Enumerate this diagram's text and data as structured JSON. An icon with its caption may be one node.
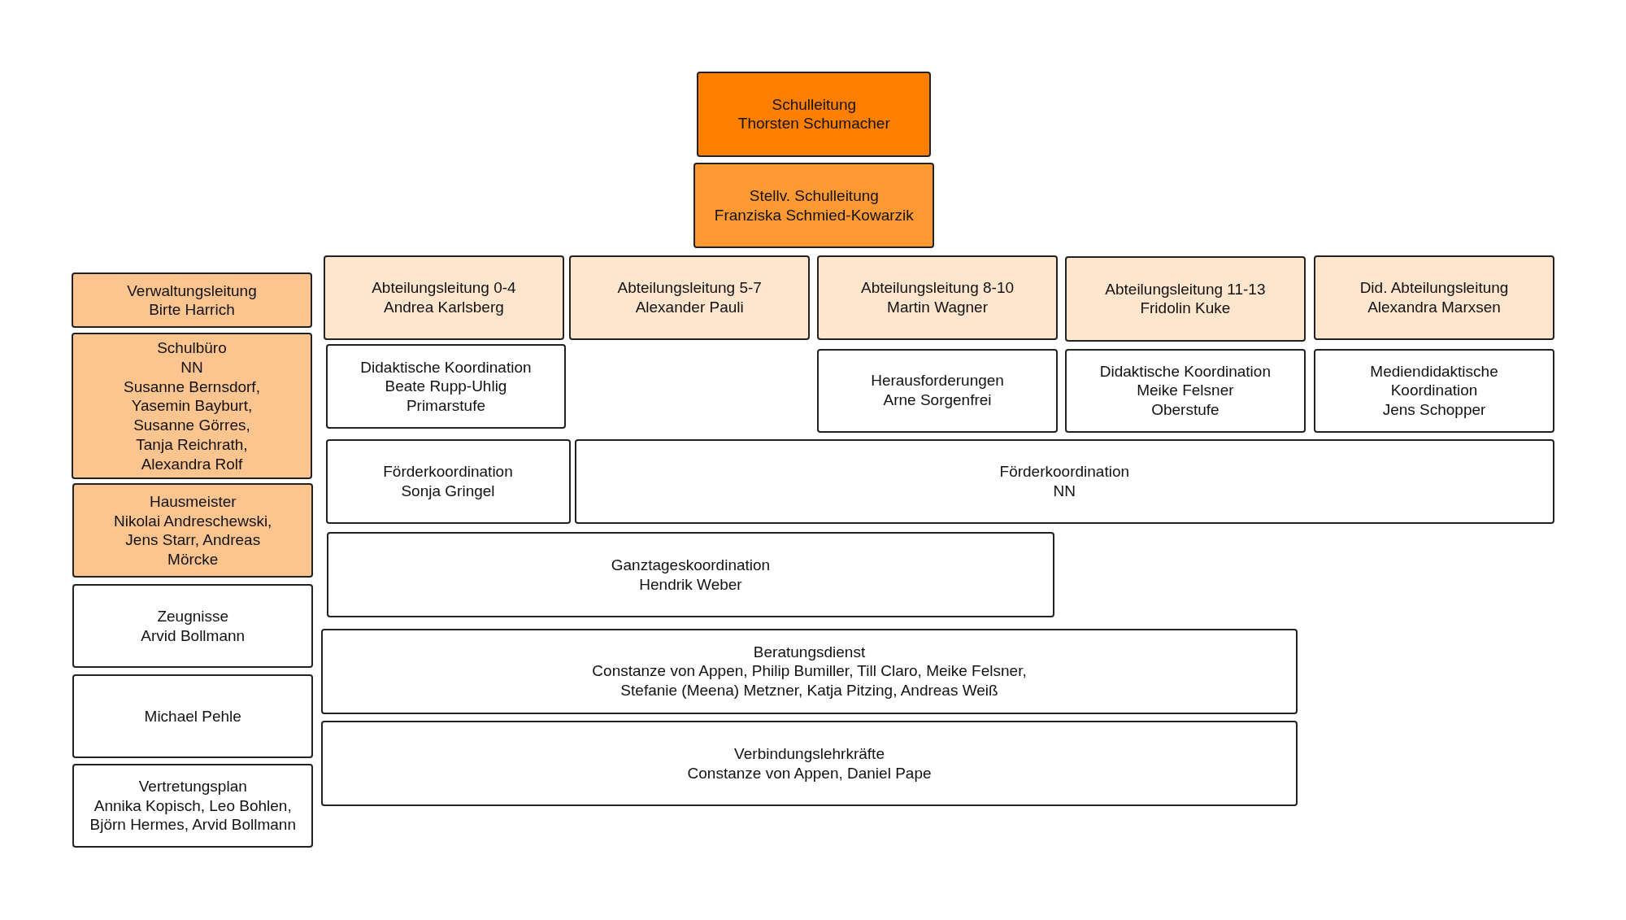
{
  "diagram": {
    "nodes": [
      {
        "text": [
          "Schulleitung",
          "Thorsten Schumacher"
        ]
      },
      {
        "text": [
          "Stellv. Schulleitung",
          "Franziska Schmied-Kowarzik"
        ]
      },
      {
        "text": [
          "Verwaltungsleitung",
          "Birte Harrich"
        ]
      },
      {
        "text": [
          "Schulbüro",
          "NN",
          "Susanne Bernsdorf, Yasemin Bayburt, Susanne Görres, Tanja Reichrath, Alexandra Rolf"
        ]
      },
      {
        "text": [
          "Hausmeister",
          "Nikolai Andreschewski, Jens Starr, Andreas Mörcke"
        ]
      },
      {
        "text": [
          "Zeugnisse",
          "Arvid Bollmann"
        ]
      },
      {
        "text": [
          "Michael Pehle"
        ]
      },
      {
        "text": [
          "Vertretungsplan",
          "Annika Kopisch, Leo Bohlen, Björn Hermes, Arvid Bollmann"
        ]
      },
      {
        "text": [
          "Abteilungsleitung 0-4",
          "Andrea Karlsberg"
        ]
      },
      {
        "text": [
          "Abteilungsleitung 5-7",
          "Alexander Pauli"
        ]
      },
      {
        "text": [
          "Abteilungsleitung 8-10",
          "Martin Wagner"
        ]
      },
      {
        "text": [
          "Abteilungsleitung 11-13",
          "Fridolin Kuke"
        ]
      },
      {
        "text": [
          "Did. Abteilungsleitung",
          "Alexandra Marxsen"
        ]
      },
      {
        "text": [
          "Didaktische Koordination",
          "Beate Rupp-Uhlig",
          "Primarstufe"
        ]
      },
      {
        "text": [
          "Herausforderungen",
          "Arne Sorgenfrei"
        ]
      },
      {
        "text": [
          "Didaktische Koordination",
          "Meike Felsner",
          "Oberstufe"
        ]
      },
      {
        "text": [
          "Mediendidaktische Koordination",
          "Jens Schopper"
        ]
      },
      {
        "text": [
          "Förderkoordination",
          "Sonja Gringel"
        ]
      },
      {
        "text": [
          "Förderkoordination",
          "NN"
        ]
      },
      {
        "text": [
          "Ganztageskoordination",
          "Hendrik Weber"
        ]
      },
      {
        "text": [
          "Beratungsdienst",
          "Constanze von Appen, Philip Bumiller, Till Claro, Meike Felsner, Stefanie (Meena) Metzner, Katja Pitzing, Andreas Weiß"
        ]
      },
      {
        "text": [
          "Verbindungslehrkräfte",
          "Constanze von Appen, Daniel Pape"
        ]
      }
    ]
  }
}
